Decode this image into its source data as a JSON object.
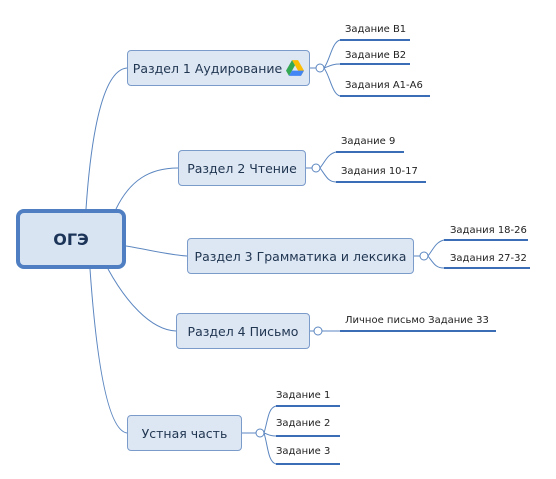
{
  "root": {
    "label": "ОГЭ"
  },
  "branches": [
    {
      "label": "Раздел 1 Аудирование",
      "icon": "google-drive-icon",
      "leaves": [
        "Задание В1",
        "Задание  В2",
        "Задания А1-А6"
      ]
    },
    {
      "label": "Раздел 2 Чтение",
      "leaves": [
        "Задание 9",
        "Задания 10-17"
      ]
    },
    {
      "label": "Раздел 3 Грамматика  и лексика",
      "leaves": [
        "Задания 18-26",
        "Задания  27-32"
      ]
    },
    {
      "label": "Раздел 4  Письмо",
      "leaves": [
        "Личное письмо Задание 33"
      ]
    },
    {
      "label": "Устная  часть",
      "leaves": [
        "Задание 1",
        "Задание 2",
        "Задание 3"
      ]
    }
  ],
  "colors": {
    "connector": "#5b86c0",
    "leaf_underline": "#3a6db5",
    "node_fill": "#dde6f3",
    "root_border": "#4f7fc2"
  }
}
